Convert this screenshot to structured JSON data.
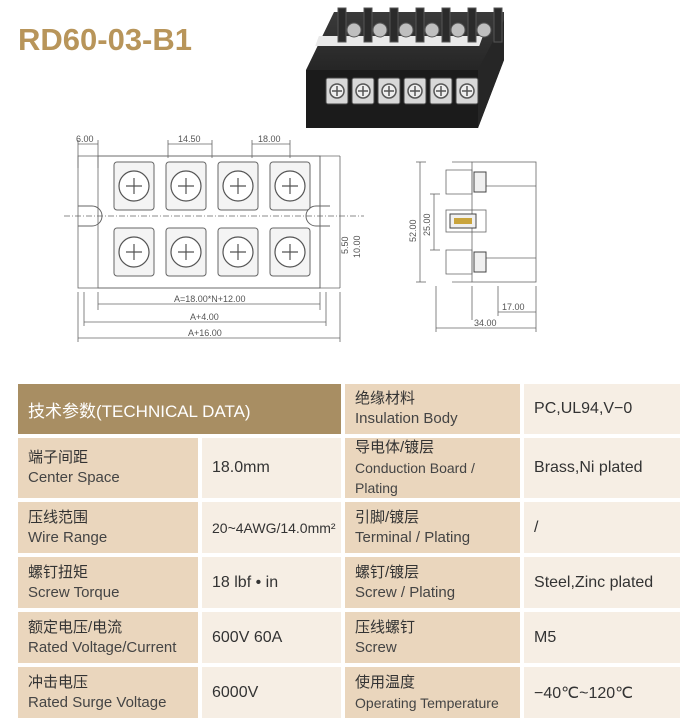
{
  "title": "RD60-03-B1",
  "drawing": {
    "front": {
      "dim_end": "6.00",
      "dim_pitch_a": "14.50",
      "dim_pitch_b": "18.00",
      "dim_a": "A=18.00*N+12.00",
      "dim_a4": "A+4.00",
      "dim_a16": "A+16.00",
      "dim_slot": "5.50",
      "dim_slot2": "10.00"
    },
    "side": {
      "dim_height": "52.00",
      "dim_inner": "25.00",
      "dim_depth_small": "17.00",
      "dim_depth": "34.00"
    }
  },
  "table": {
    "header": "技术参数(TECHNICAL DATA)",
    "rows": [
      {
        "l_cn": "端子间距",
        "l_en": "Center Space",
        "l_val": "18.0mm",
        "r_cn": "导电体/镀层",
        "r_en": "Conduction Board / Plating",
        "r_val": "Brass,Ni plated"
      },
      {
        "l_cn": "压线范围",
        "l_en": "Wire Range",
        "l_val": "20~4AWG/14.0mm²",
        "r_cn": "引脚/镀层",
        "r_en": "Terminal / Plating",
        "r_val": "/"
      },
      {
        "l_cn": "螺钉扭矩",
        "l_en": "Screw Torque",
        "l_val": "18 lbf • in",
        "r_cn": "螺钉/镀层",
        "r_en": "Screw / Plating",
        "r_val": "Steel,Zinc plated"
      },
      {
        "l_cn": "额定电压/电流",
        "l_en": "Rated Voltage/Current",
        "l_val": "600V 60A",
        "r_cn": "压线螺钉",
        "r_en": "Screw",
        "r_val": "M5"
      },
      {
        "l_cn": "冲击电压",
        "l_en": "Rated Surge Voltage",
        "l_val": "6000V",
        "r_cn": "使用温度",
        "r_en": "Operating Temperature",
        "r_val": "−40℃~120℃"
      }
    ],
    "header_right": {
      "r_cn": "绝缘材料",
      "r_en": "Insulation Body",
      "r_val": "PC,UL94,V−0"
    }
  }
}
